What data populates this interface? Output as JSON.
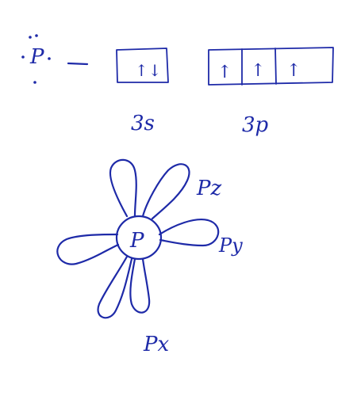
{
  "atom_symbol": "P",
  "orbital_3s": {
    "label": "3s",
    "box_arrows": [
      "↑↓"
    ]
  },
  "orbital_3p": {
    "label": "3p",
    "box_arrows": [
      "↑",
      "↑",
      "↑"
    ]
  },
  "shape": {
    "center_label": "P",
    "lobe_labels": {
      "pz": "Pz",
      "py": "Py",
      "px": "Px"
    }
  },
  "ink_color": "#1e2aa8"
}
